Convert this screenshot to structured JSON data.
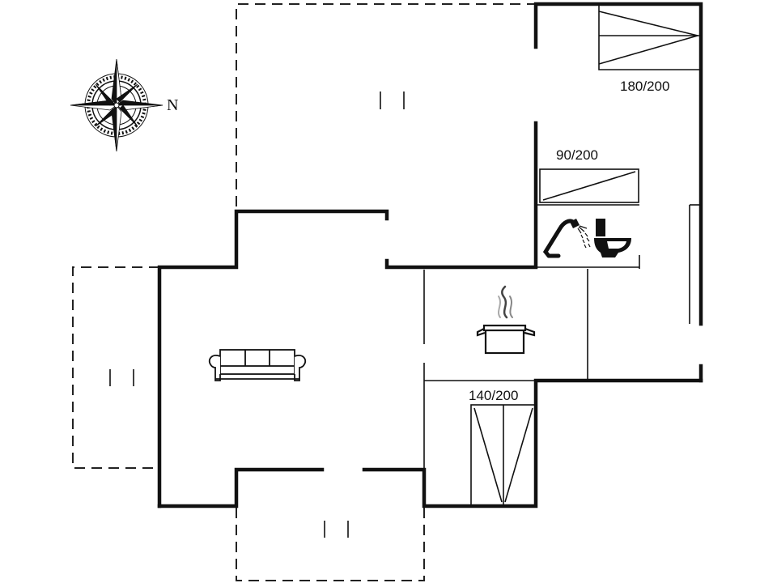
{
  "compass": {
    "north_label": "N"
  },
  "beds": [
    {
      "id": "bed-double-north",
      "size_label": "180/200"
    },
    {
      "id": "bed-single",
      "size_label": "90/200"
    },
    {
      "id": "bed-double-south",
      "size_label": "140/200"
    }
  ],
  "icons": {
    "compass": "compass-rose-icon",
    "shower": "shower-icon",
    "toilet": "toilet-icon",
    "kitchen": "cooking-pot-icon",
    "sofa": "sofa-icon"
  },
  "colors": {
    "walls": "#111111",
    "background": "#ffffff"
  }
}
